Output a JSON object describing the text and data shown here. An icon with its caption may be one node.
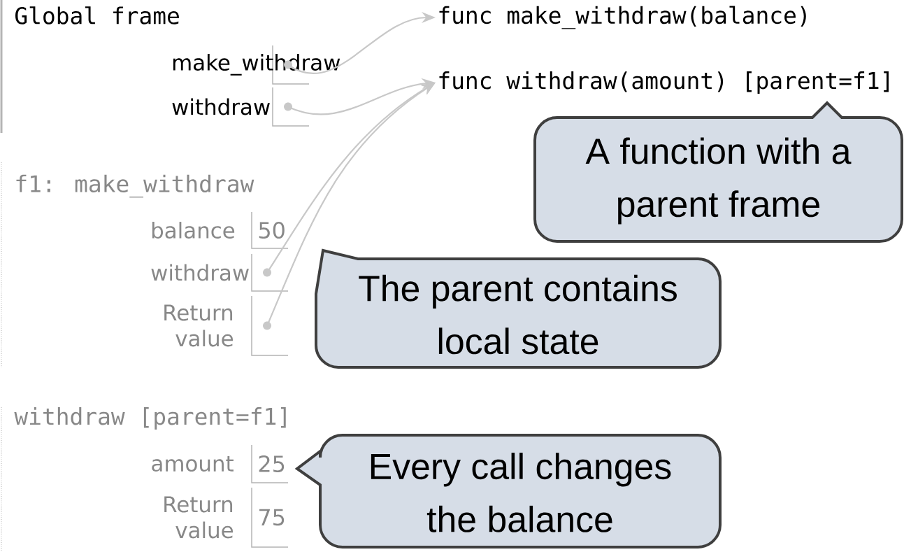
{
  "diagram": {
    "nodes": [
      {
        "text": [
          "Global frame"
        ]
      },
      {
        "text": [
          "make_withdraw"
        ]
      },
      {
        "text": [
          "withdraw"
        ]
      },
      {
        "text": [
          "f1: make_withdraw"
        ]
      },
      {
        "text": [
          "balance",
          "50"
        ]
      },
      {
        "text": [
          "withdraw"
        ]
      },
      {
        "text": [
          "Return value"
        ]
      },
      {
        "text": [
          "withdraw [parent=f1]"
        ]
      },
      {
        "text": [
          "amount",
          "25"
        ],
        "in": 7
      },
      {
        "text": [
          "Return value",
          "75"
        ],
        "in": 7
      },
      {
        "text": [
          "func make_withdraw(balance)"
        ]
      },
      {
        "text": [
          "func withdraw(amount) [parent=f1]"
        ]
      },
      {
        "text": [
          "A function with a parent frame"
        ]
      },
      {
        "text": [
          "The parent contains local state"
        ]
      },
      {
        "text": [
          "Every call changes the balance"
        ]
      }
    ],
    "edges": [
      {
        "from": 1,
        "to": 10,
        "arrow": "to"
      },
      {
        "from": 2,
        "to": 11,
        "arrow": "to"
      },
      {
        "from": 5,
        "to": 11,
        "arrow": "to"
      },
      {
        "from": 6,
        "to": 11,
        "arrow": "to"
      }
    ]
  }
}
